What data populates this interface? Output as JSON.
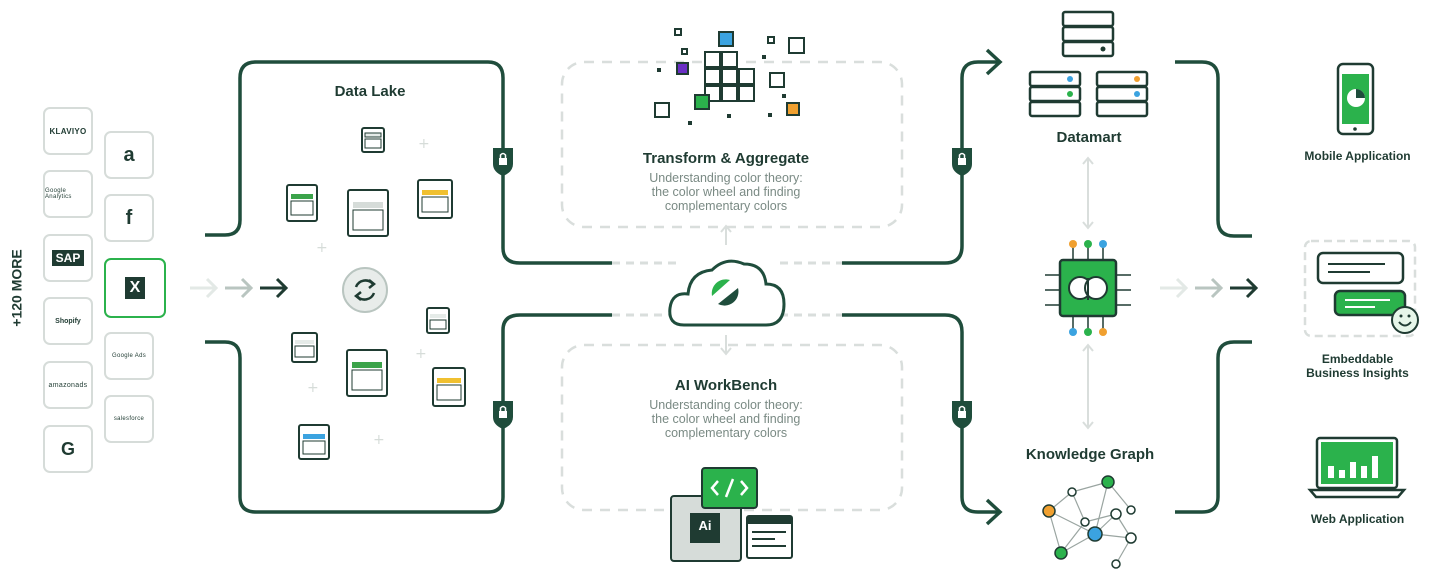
{
  "sources": {
    "more_label": "+120 MORE",
    "tiles": [
      "KLAVIYO",
      "a",
      "Google Analytics",
      "f",
      "SAP",
      "X",
      "Shopify",
      "Google Ads",
      "amazonads",
      "salesforce",
      "G"
    ]
  },
  "data_lake": {
    "title": "Data Lake"
  },
  "transform": {
    "title": "Transform & Aggregate",
    "desc_1": "Understanding color theory:",
    "desc_2": "the color wheel and finding",
    "desc_3": "complementary colors"
  },
  "workbench": {
    "title": "AI WorkBench",
    "desc_1": "Understanding color theory:",
    "desc_2": "the color wheel and finding",
    "desc_3": "complementary colors",
    "ai_badge": "Ai"
  },
  "datamart": {
    "title": "Datamart"
  },
  "knowledge_graph": {
    "title": "Knowledge Graph"
  },
  "outputs": {
    "mobile": "Mobile Application",
    "embedded_1": "Embeddable",
    "embedded_2": "Business Insights",
    "web": "Web Application"
  },
  "colors": {
    "dark": "#1f3b32",
    "green": "#2bb24c",
    "gray": "#d6dcd9",
    "blue": "#3ba3e0",
    "orange": "#f0a030",
    "purple": "#6a2fc4"
  }
}
